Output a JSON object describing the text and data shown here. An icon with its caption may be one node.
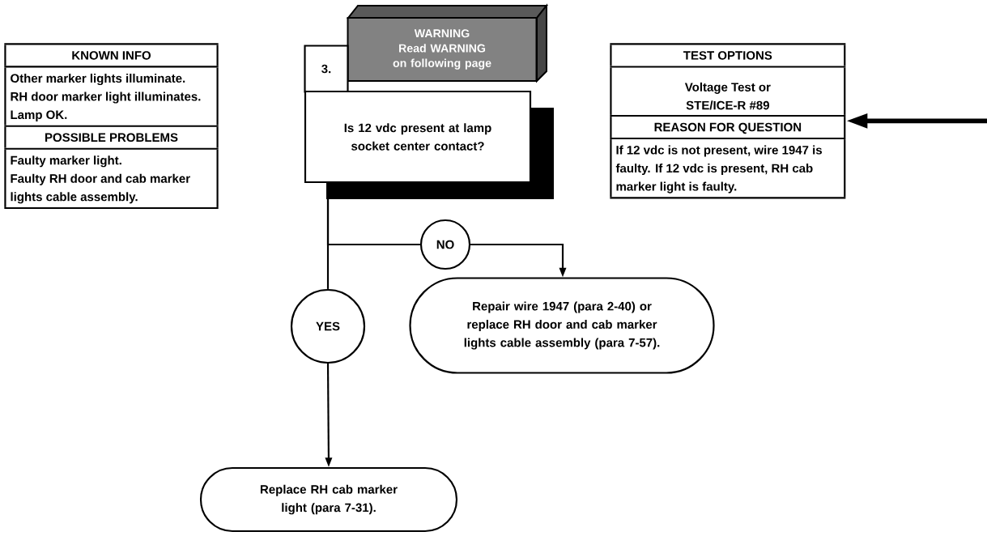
{
  "diagram": {
    "nodes": [
      {
        "text": [
          "KNOWN INFO",
          "Other marker lights illuminate.",
          "RH door marker light illuminates.",
          "Lamp OK.",
          "POSSIBLE PROBLEMS",
          "Faulty marker light.",
          "Faulty RH door and cab marker lights cable assembly."
        ]
      },
      {
        "text": [
          "WARNING",
          "Read WARNING on following page"
        ]
      },
      {
        "text": [
          "3.",
          "Is 12 vdc present at lamp socket center contact?"
        ]
      },
      {
        "text": [
          "TEST OPTIONS",
          "Voltage Test or STE/ICE-R #89",
          "REASON FOR QUESTION",
          "If 12 vdc is not present, wire 1947 is faulty. If 12 vdc is present, RH cab marker light is faulty."
        ]
      },
      {
        "text": [
          "NO"
        ]
      },
      {
        "text": [
          "Repair wire 1947 (para 2-40) or replace RH door and cab marker lights cable assembly (para 7-57)."
        ]
      },
      {
        "text": [
          "YES"
        ]
      },
      {
        "text": [
          "Replace RH cab marker light (para 7-31)."
        ]
      }
    ],
    "edges": [
      {
        "from": 2,
        "to": 4,
        "arrow": "none"
      },
      {
        "from": 4,
        "to": 5,
        "arrow": "to"
      },
      {
        "from": 2,
        "to": 6,
        "arrow": "none"
      },
      {
        "from": 6,
        "to": 7,
        "arrow": "to"
      },
      {
        "from": null,
        "to": 3,
        "arrow": "to",
        "style": "thick"
      }
    ]
  }
}
